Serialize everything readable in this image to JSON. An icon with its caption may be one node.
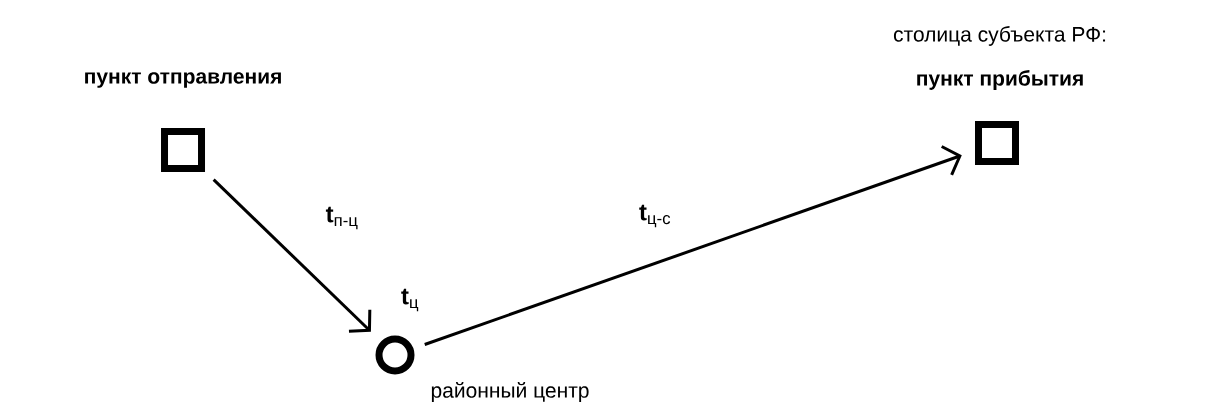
{
  "diagram": {
    "nodes": [
      {
        "text": [
          "пункт отправления"
        ]
      },
      {
        "text": [
          "районный центр"
        ],
        "beside": [
          "**t**$_{ц}$"
        ]
      },
      {
        "text": [
          "столица субъекта РФ:",
          "пункт прибытия"
        ]
      }
    ],
    "edges": [
      {
        "from": 0,
        "to": 1,
        "arrow": "to",
        "label": "**t**$_{п-ц}$"
      },
      {
        "from": 1,
        "to": 2,
        "arrow": "to",
        "label": "**t**$_{ц-с}$"
      }
    ]
  }
}
